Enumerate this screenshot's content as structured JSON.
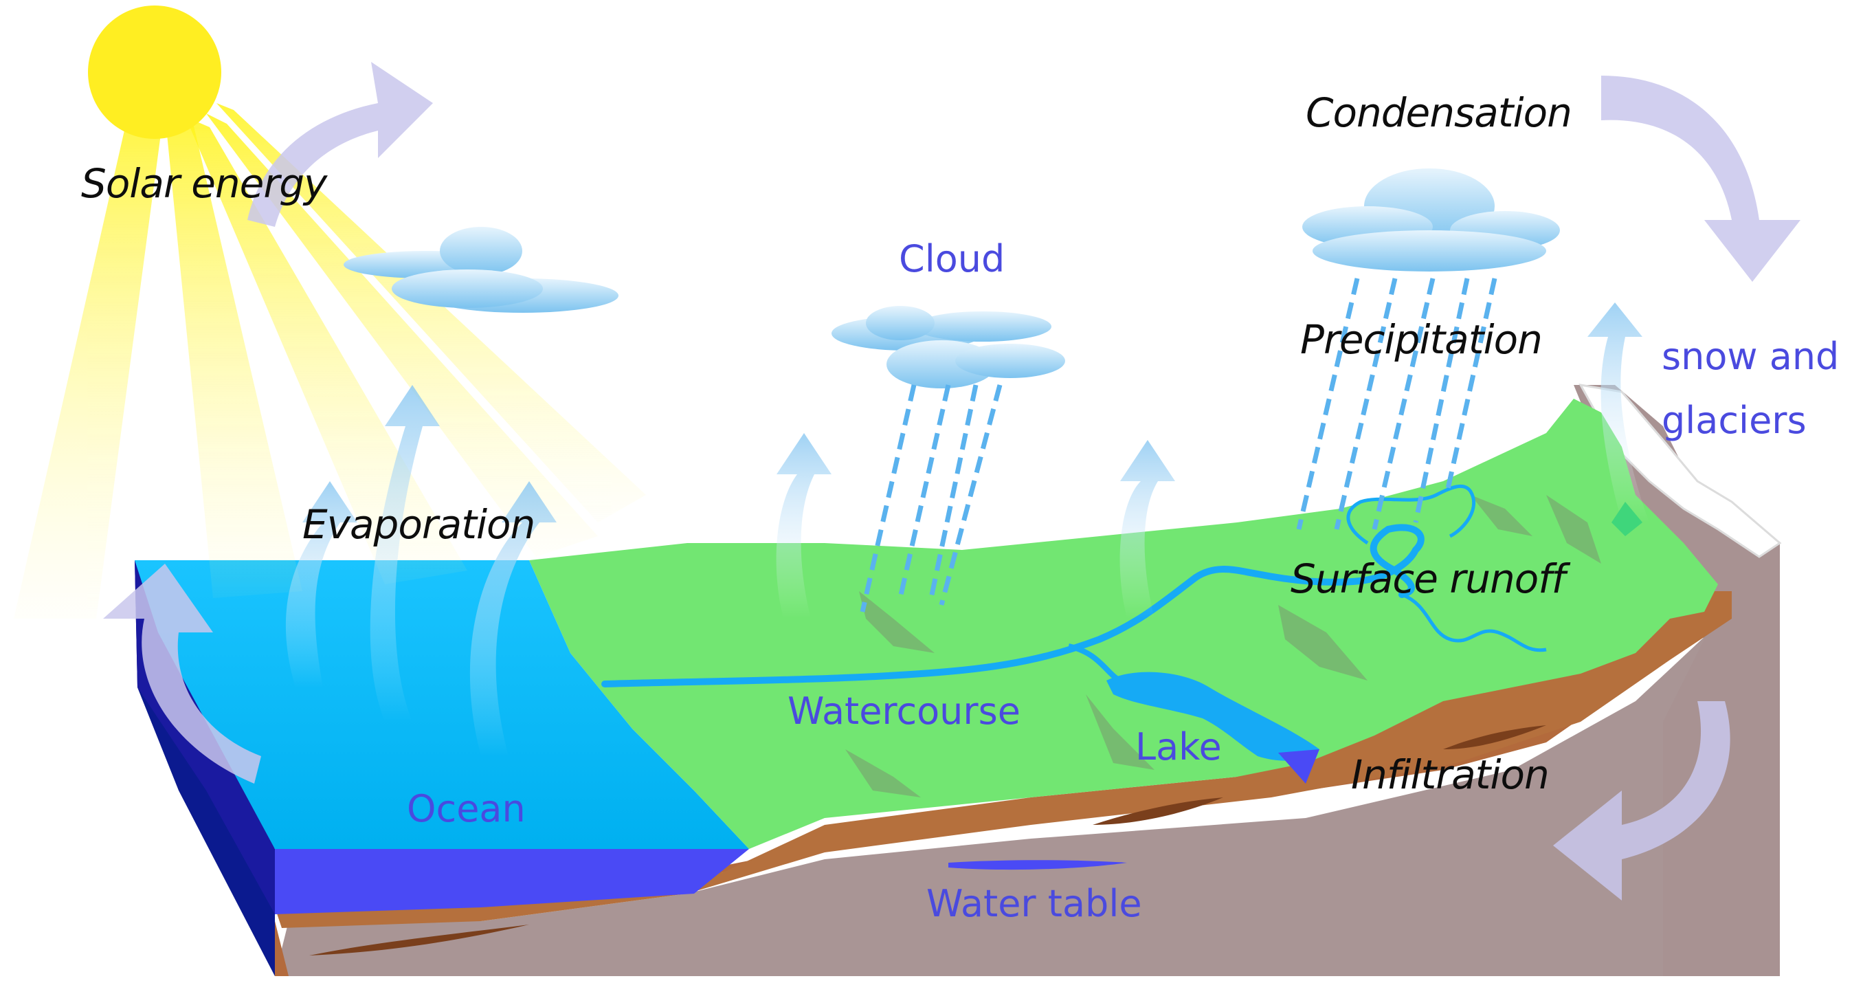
{
  "labels": {
    "solar_energy": "Solar energy",
    "condensation": "Condensation",
    "cloud": "Cloud",
    "precipitation": "Precipitation",
    "snow_and_glaciers_line1": "snow and",
    "snow_and_glaciers_line2": "glaciers",
    "evaporation": "Evaporation",
    "surface_runoff": "Surface runoff",
    "watercourse": "Watercourse",
    "lake": "Lake",
    "infiltration": "Infiltration",
    "ocean": "Ocean",
    "water_table": "Water table"
  },
  "colors": {
    "sun": "#ffee22",
    "ocean": "#00bbf9",
    "deep_water": "#4a4af5",
    "land": "#72e672",
    "soil": "#b3683a",
    "bedrock": "#a99595",
    "river": "#16aaf5",
    "cycle_arrow": "#c9c7ec",
    "process_text": "#0d0d0d",
    "feature_text": "#4a4adf"
  }
}
